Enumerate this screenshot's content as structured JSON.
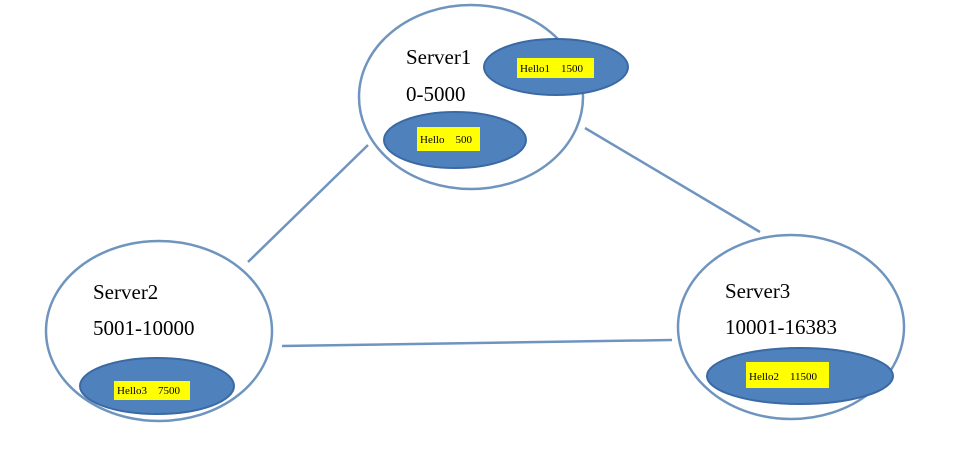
{
  "servers": [
    {
      "name": "Server1",
      "range": "0-5000",
      "keys": [
        {
          "label": "Hello1    1500"
        },
        {
          "label": "Hello    500"
        }
      ]
    },
    {
      "name": "Server2",
      "range": "5001-10000",
      "keys": [
        {
          "label": "Hello3    7500"
        }
      ]
    },
    {
      "name": "Server3",
      "range": "10001-16383",
      "keys": [
        {
          "label": "Hello2    11500"
        }
      ]
    }
  ],
  "colors": {
    "node_stroke": "#6f95bf",
    "key_fill": "#4f81bd",
    "key_label_bg": "#ffff00"
  }
}
